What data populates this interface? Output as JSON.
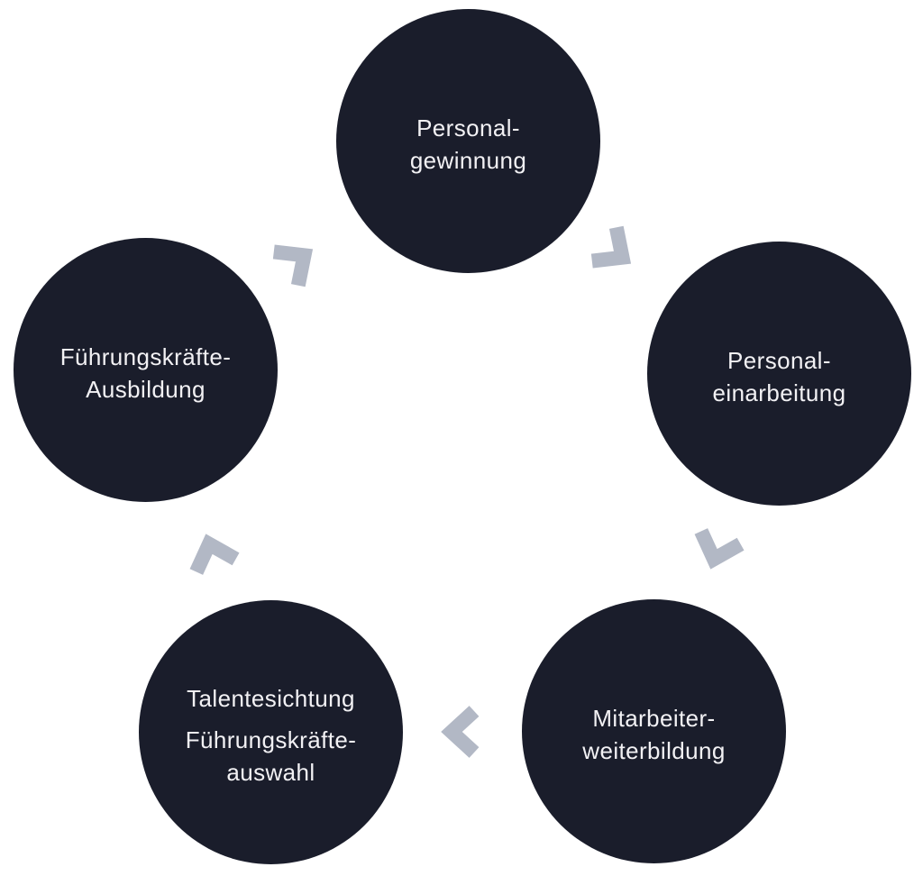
{
  "diagram": {
    "type": "cycle",
    "language": "de",
    "colors": {
      "background": "#FFFFFF",
      "node_fill": "#1A1D2B",
      "node_text": "#F2F1F4",
      "arrow": "#B2B8C5"
    },
    "nodes": [
      {
        "id": "personalgewinnung",
        "position": "top",
        "lines": [
          "Personal-",
          "gewinnung"
        ]
      },
      {
        "id": "personaleinarbeitung",
        "position": "right",
        "lines": [
          "Personal-",
          "einarbeitung"
        ]
      },
      {
        "id": "mitarbeiterweiterbildung",
        "position": "bottom-right",
        "lines": [
          "Mitarbeiter-",
          "weiterbildung"
        ]
      },
      {
        "id": "talentesichtung-fuehrungskraefteauswahl",
        "position": "bottom-left",
        "lines": [
          "Talentesichtung",
          "Führungskräfte-",
          "auswahl"
        ]
      },
      {
        "id": "fuehrungskraefte-ausbildung",
        "position": "left",
        "lines": [
          "Führungskräfte-",
          "Ausbildung"
        ]
      }
    ],
    "arrows": [
      {
        "from": "personalgewinnung",
        "to": "personaleinarbeitung",
        "icon": "chevron-icon",
        "direction": "down-right"
      },
      {
        "from": "personaleinarbeitung",
        "to": "mitarbeiterweiterbildung",
        "icon": "chevron-icon",
        "direction": "down-left"
      },
      {
        "from": "mitarbeiterweiterbildung",
        "to": "talentesichtung-fuehrungskraefteauswahl",
        "icon": "chevron-icon",
        "direction": "left"
      },
      {
        "from": "talentesichtung-fuehrungskraefteauswahl",
        "to": "fuehrungskraefte-ausbildung",
        "icon": "chevron-icon",
        "direction": "up-left"
      },
      {
        "from": "fuehrungskraefte-ausbildung",
        "to": "personalgewinnung",
        "icon": "chevron-icon",
        "direction": "up-right"
      }
    ]
  }
}
